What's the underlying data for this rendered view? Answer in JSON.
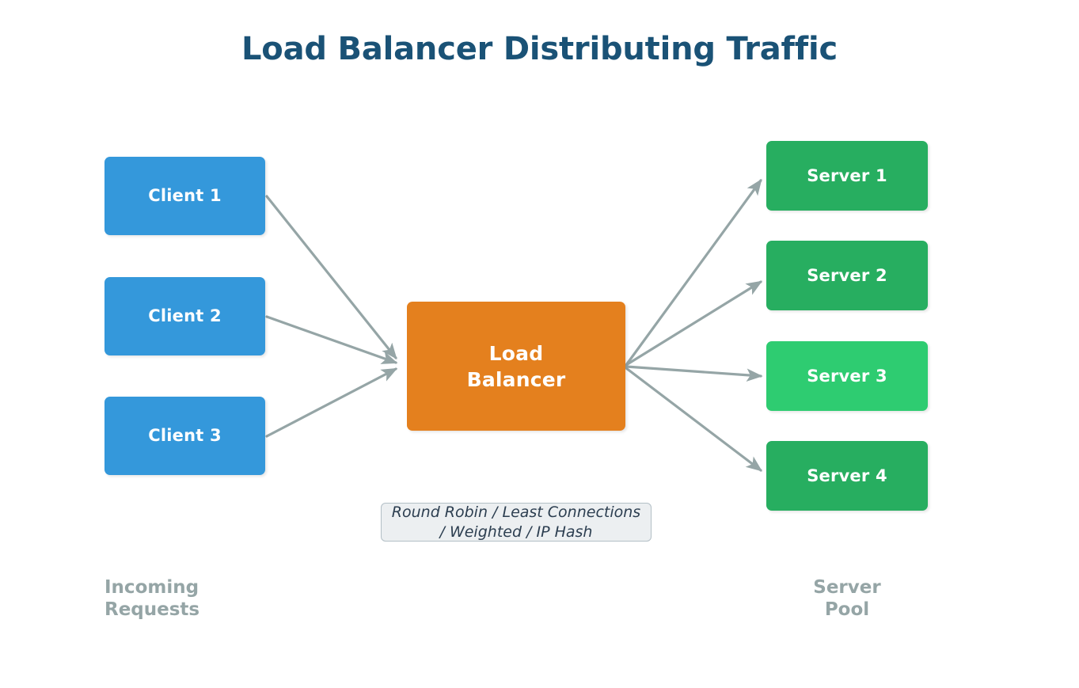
{
  "diagram": {
    "title": "Load Balancer Distributing Traffic",
    "background_color": "#ffffff",
    "title_color": "#1a5276",
    "arrow_color": "#95a5a6"
  },
  "clients": {
    "color": "#3498db",
    "nodes": [
      {
        "label": "Client 1"
      },
      {
        "label": "Client 2"
      },
      {
        "label": "Client 3"
      }
    ]
  },
  "balancer": {
    "label": "Load\nBalancer",
    "color": "#e4801e"
  },
  "servers": {
    "default_color": "#27ae60",
    "highlight_color": "#2ecc71",
    "nodes": [
      {
        "label": "Server 1",
        "color": "#27ae60"
      },
      {
        "label": "Server 2",
        "color": "#27ae60"
      },
      {
        "label": "Server 3",
        "color": "#2ecc71"
      },
      {
        "label": "Server 4",
        "color": "#27ae60"
      }
    ]
  },
  "annotation": {
    "text": "Round Robin / Least Connections\n/ Weighted / IP Hash",
    "background_color": "#eceff1",
    "border_color": "#b3bfc6"
  },
  "captions": {
    "incoming": "Incoming\nRequests",
    "pool": "Server\nPool",
    "color": "#95a5a6"
  }
}
